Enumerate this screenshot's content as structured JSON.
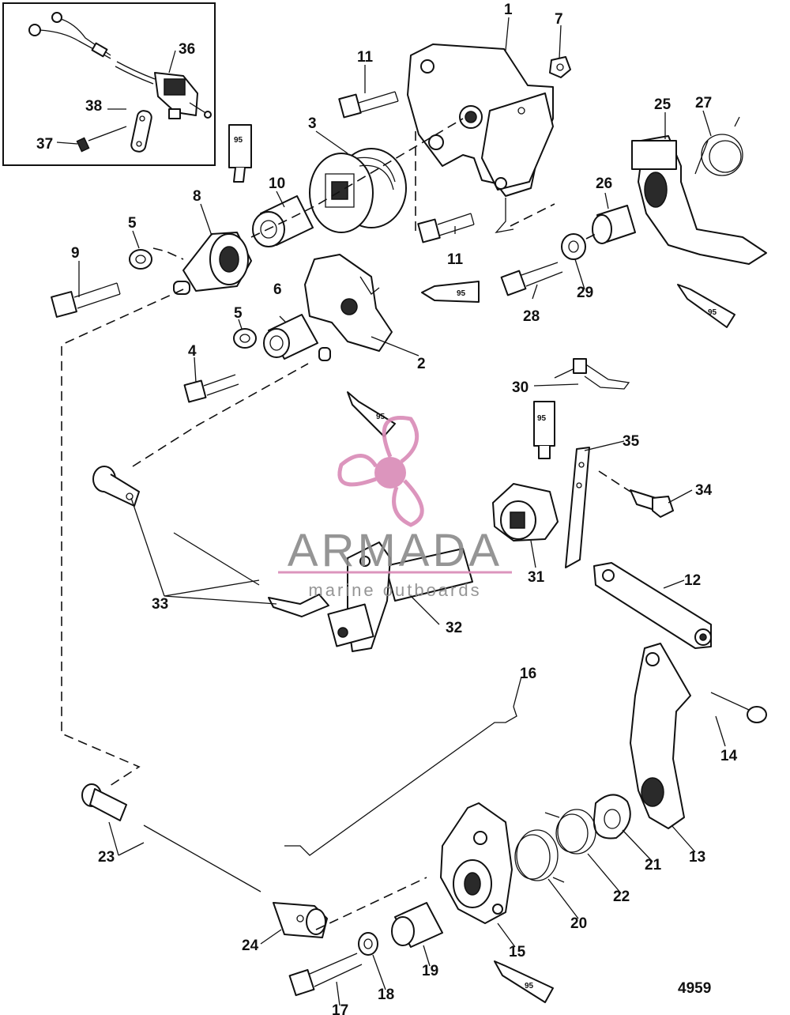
{
  "diagram": {
    "figure_number": "4959",
    "lubricant_code": "95",
    "watermark": {
      "brand": "ARMADA",
      "tagline": "marine outboards",
      "color": "#d98ab6"
    },
    "callouts": [
      "1",
      "2",
      "3",
      "4",
      "5",
      "5",
      "6",
      "7",
      "8",
      "9",
      "10",
      "11",
      "11",
      "12",
      "13",
      "14",
      "15",
      "16",
      "17",
      "18",
      "19",
      "20",
      "21",
      "22",
      "23",
      "24",
      "25",
      "26",
      "27",
      "28",
      "29",
      "30",
      "31",
      "32",
      "33",
      "34",
      "35",
      "36",
      "37",
      "38"
    ]
  }
}
